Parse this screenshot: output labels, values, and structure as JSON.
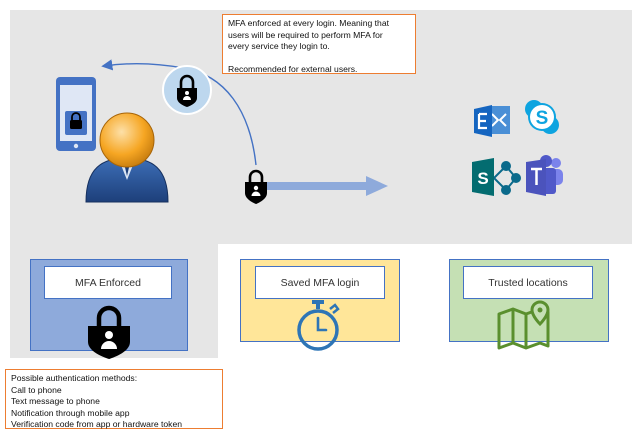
{
  "top_note": {
    "lines": [
      "MFA enforced at every login. Meaning that",
      "users will be required to perform MFA for",
      "every service they login to.",
      "",
      "Recommended for external users."
    ]
  },
  "panels": {
    "mfa_enforced": "MFA Enforced",
    "saved_login": "Saved MFA login",
    "trusted_locations": "Trusted locations"
  },
  "bottom_note": {
    "lines": [
      "Possible authentication methods:",
      "Call to phone",
      "Text message to phone",
      "Notification through mobile app",
      "Verification code from app or hardware token"
    ]
  },
  "icons": {
    "phone": "phone-icon",
    "user": "user-avatar-icon",
    "lock": "lock-icon",
    "exchange": "exchange-icon",
    "skype": "skype-icon",
    "sharepoint": "sharepoint-icon",
    "teams": "teams-icon",
    "stopwatch": "stopwatch-icon",
    "map": "map-pin-icon"
  },
  "colors": {
    "accent_orange": "#ed7d31",
    "blue": "#4472c4",
    "mfa_panel": "#8eaadb",
    "saved_panel": "#ffe699",
    "trusted_panel": "#c5e0b4"
  }
}
